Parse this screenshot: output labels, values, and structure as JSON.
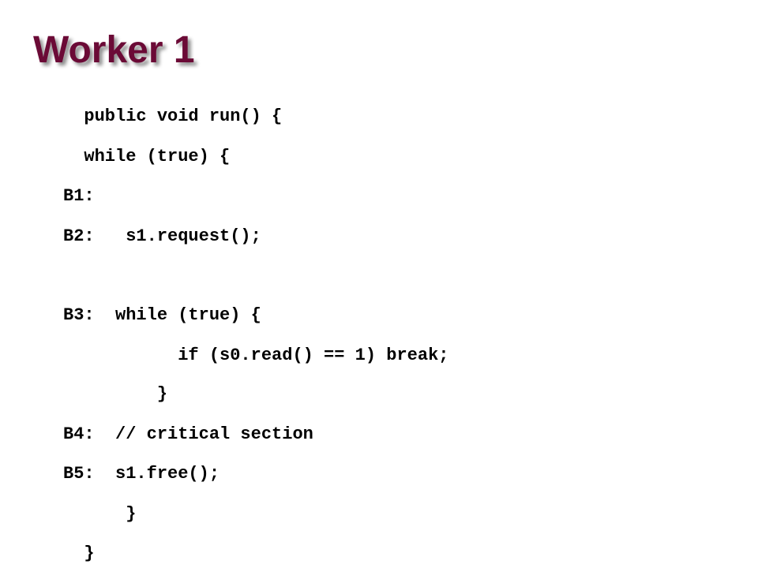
{
  "slide": {
    "title": "Worker 1",
    "code_lines": [
      "  public void run() {",
      "  while (true) {",
      "B1:",
      "B2:   s1.request();",
      "B3:  while (true) {",
      "           if (s0.read() == 1) break;",
      "         }",
      "B4:  // critical section",
      "B5:  s1.free();",
      "      }",
      "  }"
    ]
  },
  "colors": {
    "title": "#6b0a36",
    "code": "#000000",
    "background": "#ffffff"
  }
}
